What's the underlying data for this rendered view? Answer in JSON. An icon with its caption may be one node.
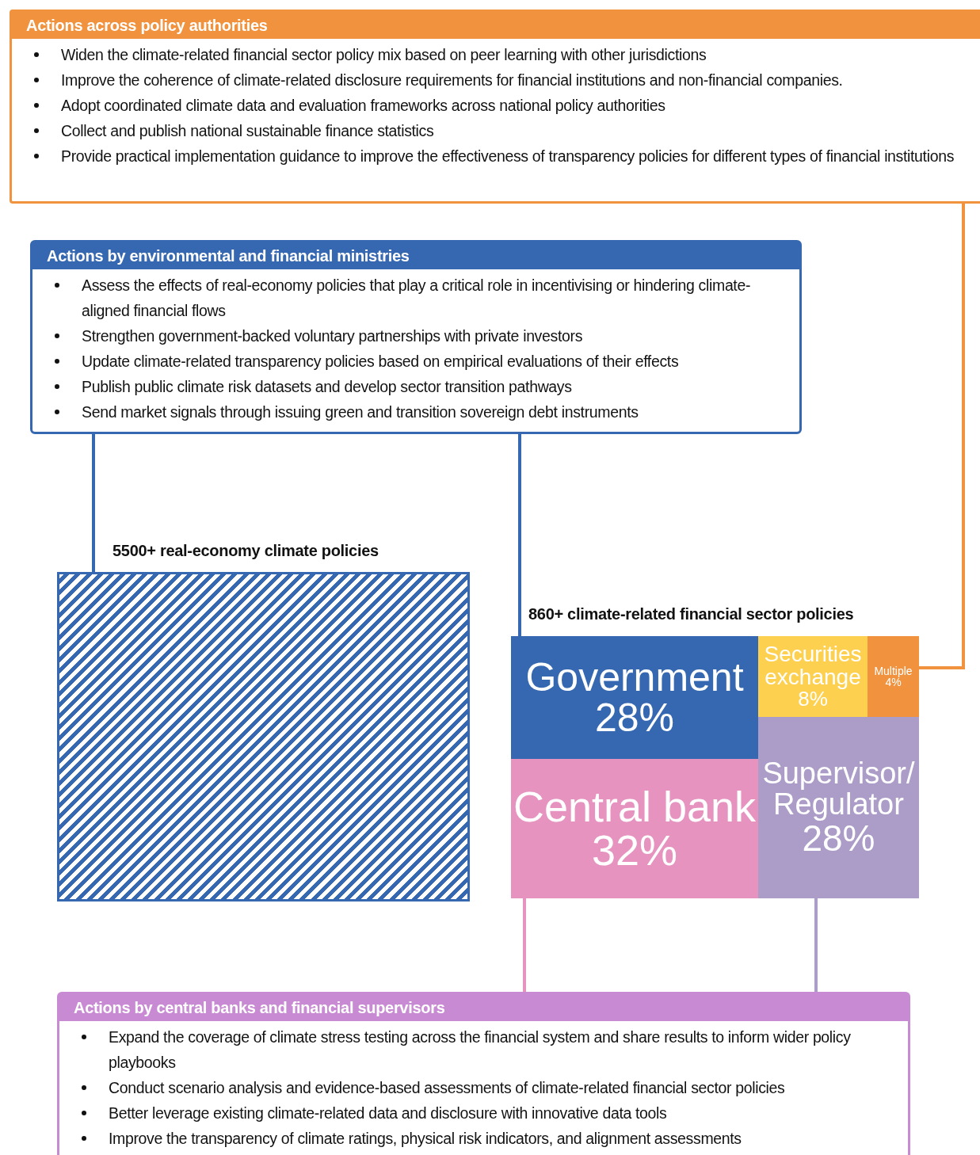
{
  "diagram": {
    "nodes": [
      {
        "text": [
          "Actions across policy authorities",
          "Widen the climate-related financial sector policy mix based on peer learning with other jurisdictions",
          "Improve the coherence of climate-related disclosure requirements for financial institutions and non-financial companies.",
          "Adopt coordinated climate data and evaluation frameworks across national policy authorities",
          "Collect and publish national sustainable finance statistics",
          "Provide practical implementation guidance to improve the effectiveness of transparency policies for different types of financial institutions"
        ]
      },
      {
        "text": [
          "Actions by environmental and financial ministries",
          "Assess the effects of real-economy policies that play a critical role in incentivising or hindering climate-aligned financial flows",
          "Strengthen government-backed voluntary partnerships with private investors",
          "Update climate-related transparency policies based on empirical evaluations of their effects",
          "Publish public climate risk datasets and develop sector transition pathways",
          "Send market signals through issuing green and transition sovereign debt instruments"
        ]
      },
      {
        "text": [
          "5500+ real-economy climate policies"
        ]
      },
      {
        "text": [
          "860+ climate-related financial sector policies"
        ]
      },
      {
        "text": [
          "Government",
          "28%"
        ],
        "in": 3
      },
      {
        "text": [
          "Securities exchange",
          "8%"
        ],
        "in": 3
      },
      {
        "text": [
          "Multiple",
          "4%"
        ],
        "in": 3
      },
      {
        "text": [
          "Central bank",
          "32%"
        ],
        "in": 3
      },
      {
        "text": [
          "Supervisor/ Regulator",
          "28%"
        ],
        "in": 3
      },
      {
        "text": [
          "Actions by central banks and financial supervisors",
          "Expand the coverage of climate stress testing across the financial system and share results to inform wider policy playbooks",
          "Conduct scenario analysis and evidence-based assessments of climate-related financial sector policies",
          "Better leverage existing climate-related data and disclosure with innovative data tools",
          "Improve the transparency of climate ratings, physical risk indicators, and alignment assessments"
        ]
      }
    ],
    "edges": [
      {
        "from": 1,
        "to": 2,
        "arrow": "none",
        "color": "#3568b0"
      },
      {
        "from": 1,
        "to": 3,
        "arrow": "none",
        "color": "#3568b0"
      },
      {
        "from": 0,
        "to": 6,
        "arrow": "none",
        "color": "#f0923e"
      },
      {
        "from": 7,
        "to": 9,
        "arrow": "none",
        "color": "#e693c0"
      },
      {
        "from": 8,
        "to": 9,
        "arrow": "none",
        "color": "#ab9cc8"
      }
    ]
  }
}
